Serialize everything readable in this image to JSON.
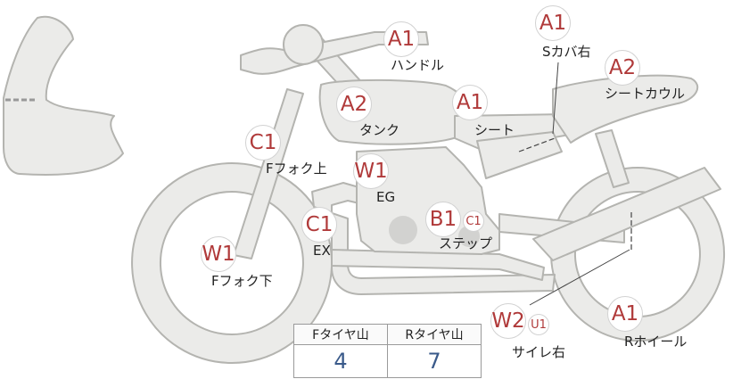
{
  "badges": {
    "handle": "A1",
    "scover_right": "A1",
    "seat_cowl": "A2",
    "tank": "A2",
    "seat": "A1",
    "ffork_upper": "C1",
    "eg": "W1",
    "step": "B1",
    "step_small": "C1",
    "ex": "C1",
    "ffork_lower": "W1",
    "silencer_right": "W2",
    "silencer_right_small": "U1",
    "rwheel": "A1"
  },
  "labels": {
    "handle": "ハンドル",
    "scover_right": "Sカバ右",
    "seat_cowl": "シートカウル",
    "tank": "タンク",
    "seat": "シート",
    "ffork_upper": "Fフォク上",
    "eg": "EG",
    "step": "ステップ",
    "ex": "EX",
    "ffork_lower": "Fフォク下",
    "silencer_right": "サイレ右",
    "rwheel": "Rホイール"
  },
  "tread_table": {
    "front_header": "Fタイヤ山",
    "rear_header": "Rタイヤ山",
    "front_value": "4",
    "rear_value": "7"
  },
  "colors": {
    "part_fill": "#ebebe9",
    "part_stroke": "#b4b4b0",
    "badge_text": "#b03a3a",
    "value_text": "#3a5a8a"
  }
}
